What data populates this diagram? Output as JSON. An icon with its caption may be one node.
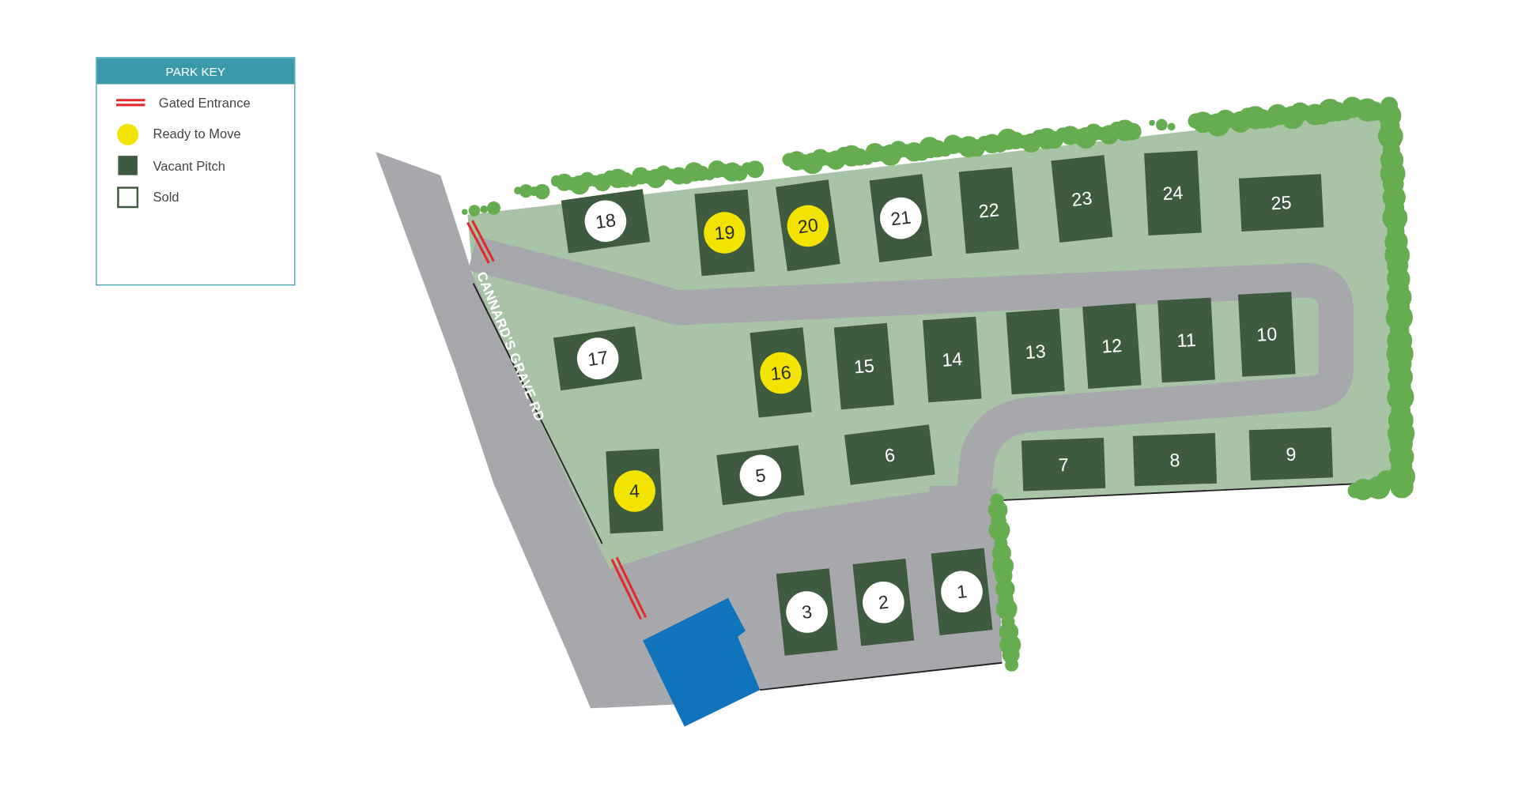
{
  "diagram": {
    "nodes": [
      {
        "text": [
          "1"
        ]
      },
      {
        "text": [
          "2"
        ]
      },
      {
        "text": [
          "3"
        ]
      },
      {
        "text": [
          "4"
        ]
      },
      {
        "text": [
          "5"
        ]
      },
      {
        "text": [
          "6"
        ]
      },
      {
        "text": [
          "7"
        ]
      },
      {
        "text": [
          "8"
        ]
      },
      {
        "text": [
          "9"
        ]
      },
      {
        "text": [
          "10"
        ]
      },
      {
        "text": [
          "11"
        ]
      },
      {
        "text": [
          "12"
        ]
      },
      {
        "text": [
          "13"
        ]
      },
      {
        "text": [
          "14"
        ]
      },
      {
        "text": [
          "15"
        ]
      },
      {
        "text": [
          "16"
        ]
      },
      {
        "text": [
          "17"
        ]
      },
      {
        "text": [
          "18"
        ]
      },
      {
        "text": [
          "19"
        ]
      },
      {
        "text": [
          "20"
        ]
      },
      {
        "text": [
          "21"
        ]
      },
      {
        "text": [
          "22"
        ]
      },
      {
        "text": [
          "23"
        ]
      },
      {
        "text": [
          "24"
        ]
      },
      {
        "text": [
          "25"
        ]
      }
    ],
    "labels": [
      "PARK KEY",
      "CANNARD'S GRAVE RD"
    ],
    "legend": [
      {
        "text": "Gated Entrance"
      },
      {
        "text": "Ready to Move",
        "color": "#f2e400"
      },
      {
        "text": "Vacant Pitch",
        "color": "#3e5a3f"
      },
      {
        "text": "Sold"
      }
    ]
  }
}
